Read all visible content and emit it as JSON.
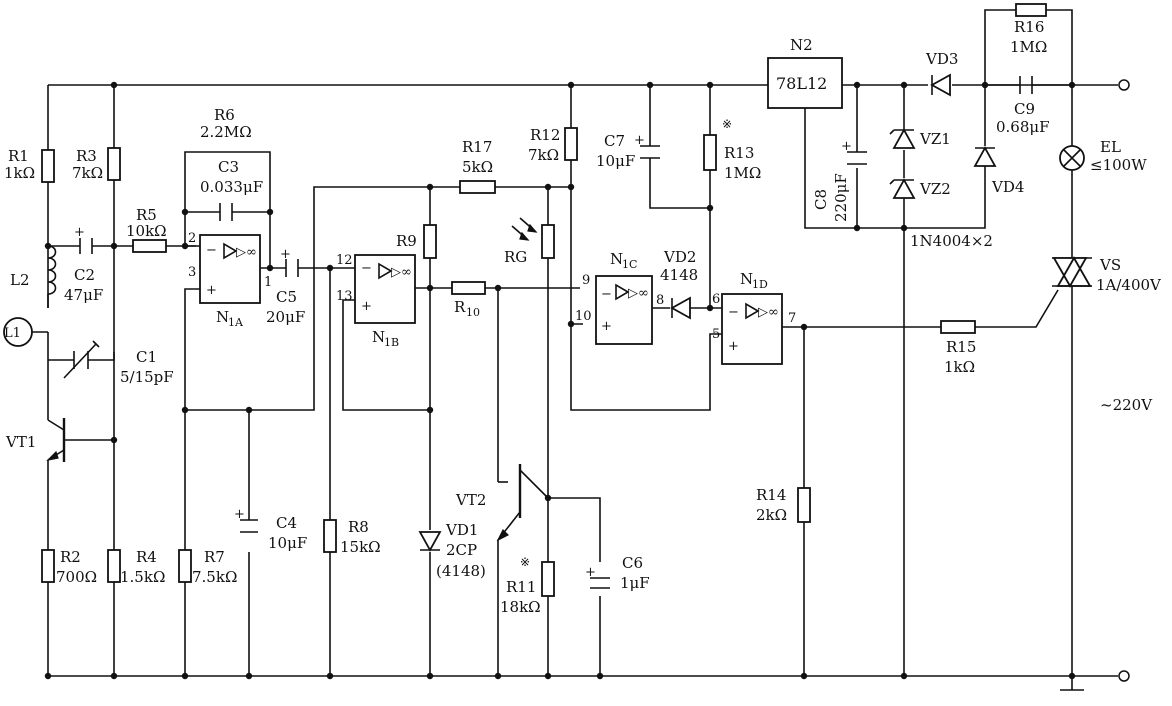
{
  "labels": {
    "R1": [
      "R1",
      "1kΩ"
    ],
    "R3": [
      "R3",
      "7kΩ"
    ],
    "R2": [
      "R2",
      "700Ω"
    ],
    "R4": [
      "R4",
      "1.5kΩ"
    ],
    "R5": [
      "R5",
      "10kΩ"
    ],
    "R6": [
      "R6",
      "2.2MΩ"
    ],
    "C3": [
      "C3",
      "0.033μF"
    ],
    "C2": [
      "C2",
      "47μF"
    ],
    "L2": [
      "L2"
    ],
    "L1": [
      "L1"
    ],
    "C1": [
      "C1",
      "5/15pF"
    ],
    "VT1": [
      "VT1"
    ],
    "R7": [
      "R7",
      "7.5kΩ"
    ],
    "C4": [
      "C4",
      "10μF"
    ],
    "C5": [
      "C5",
      "20μF"
    ],
    "NA": [
      "N",
      "1A"
    ],
    "R8": [
      "R8",
      "15kΩ"
    ],
    "R9": [
      "R9"
    ],
    "NB": [
      "N",
      "1B"
    ],
    "R17": [
      "R17",
      "5kΩ"
    ],
    "R10": [
      "R",
      "10"
    ],
    "VD1": [
      "VD1",
      "2CP",
      "(4148)"
    ],
    "VT2": [
      "VT2"
    ],
    "RG": [
      "RG"
    ],
    "R12": [
      "R12",
      "7kΩ"
    ],
    "R11": [
      "※",
      "R11",
      "18kΩ"
    ],
    "C6": [
      "C6",
      "1μF"
    ],
    "C7": [
      "C7",
      "10μF"
    ],
    "NC": [
      "N",
      "1C"
    ],
    "VD2": [
      "VD2",
      "4148"
    ],
    "R13": [
      "※",
      "R13",
      "1MΩ"
    ],
    "ND": [
      "N",
      "1D"
    ],
    "N2": [
      "N2",
      "78L12"
    ],
    "C8": [
      "C8",
      "220μF"
    ],
    "VZ1": [
      "VZ1"
    ],
    "VZ2": [
      "VZ2"
    ],
    "D1N": [
      "1N4004×2"
    ],
    "VD3": [
      "VD3"
    ],
    "VD4": [
      "VD4"
    ],
    "R16": [
      "R16",
      "1MΩ"
    ],
    "C9": [
      "C9",
      "0.68μF"
    ],
    "EL": [
      "EL",
      "≤100W"
    ],
    "VS": [
      "VS",
      "1A/400V"
    ],
    "R15": [
      "R15",
      "1kΩ"
    ],
    "R14": [
      "R14",
      "2kΩ"
    ],
    "AC": [
      "~220V"
    ]
  },
  "pins": {
    "p2": "2",
    "p3": "3",
    "p1": "1",
    "p12": "12",
    "p13": "13",
    "p9": "9",
    "p10": "10",
    "p8": "8",
    "p6": "6",
    "p5": "5",
    "p7": "7"
  },
  "op_amp": {
    "symbol": "▷∞",
    "minus": "−",
    "plus": "+"
  },
  "cap_polarity": "+"
}
